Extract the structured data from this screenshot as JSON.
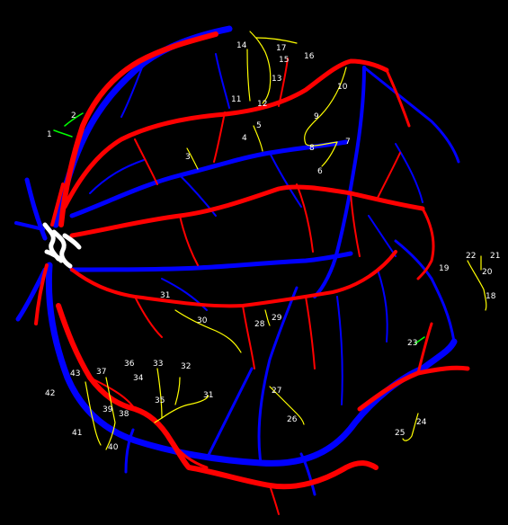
{
  "colors": {
    "background": "#000000",
    "artery": "#ff0000",
    "vein": "#0000ff",
    "annotated_vessel": "#ffff00",
    "highlight_vessel": "#00ff00",
    "optic_disc": "#ffffff",
    "label_text": "#ffffff"
  },
  "segment_labels": [
    "1",
    "2",
    "3",
    "4",
    "5",
    "6",
    "7",
    "8",
    "9",
    "10",
    "11",
    "12",
    "13",
    "14",
    "15",
    "16",
    "17",
    "18",
    "19",
    "20",
    "21",
    "22",
    "23",
    "24",
    "25",
    "26",
    "27",
    "28",
    "29",
    "30",
    "31",
    "31",
    "32",
    "33",
    "34",
    "35",
    "36",
    "37",
    "38",
    "39",
    "40",
    "41",
    "42",
    "43"
  ]
}
